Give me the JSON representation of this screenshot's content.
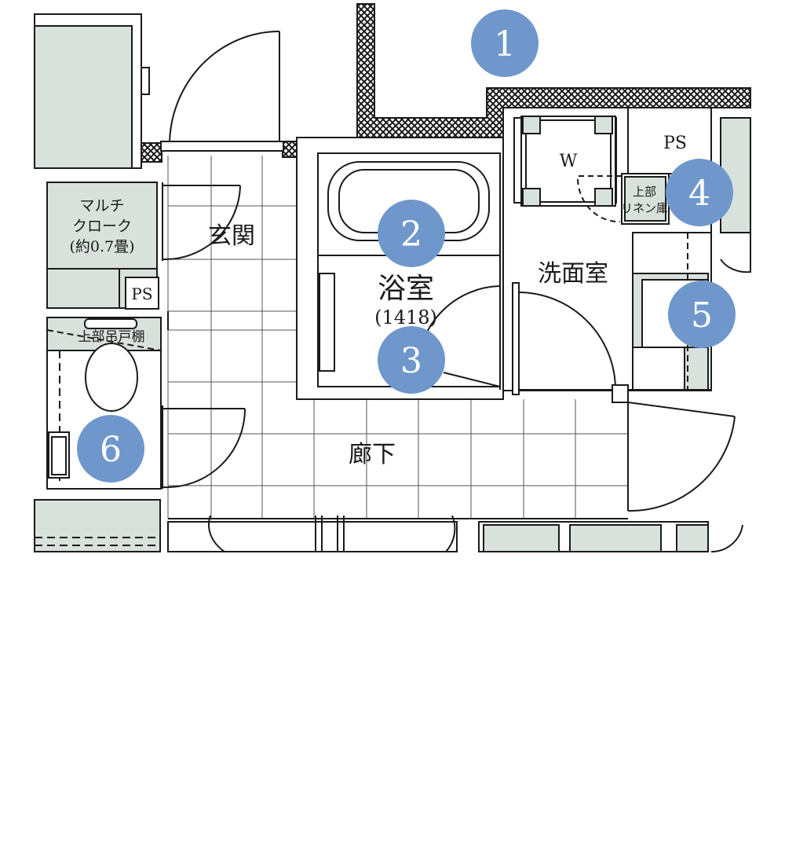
{
  "rooms": {
    "entrance": "玄関",
    "bathroom": "浴室",
    "bathroom_size": "(1418)",
    "washroom": "洗面室",
    "hallway": "廊下",
    "multi_cloak_line1": "マルチ",
    "multi_cloak_line2": "クローク",
    "multi_cloak_line3": "(約0.7畳)",
    "ps_left": "PS",
    "ps_right": "PS",
    "washer": "W",
    "linen_line1": "上部",
    "linen_line2": "リネン庫",
    "upper_shelf": "上部吊戸棚"
  },
  "markers": [
    "1",
    "2",
    "3",
    "4",
    "5",
    "6"
  ],
  "colors": {
    "marker_fill": "#6f97cc",
    "fixture_fill": "#d9e1dc",
    "wall_stroke": "#1a1a1a"
  }
}
